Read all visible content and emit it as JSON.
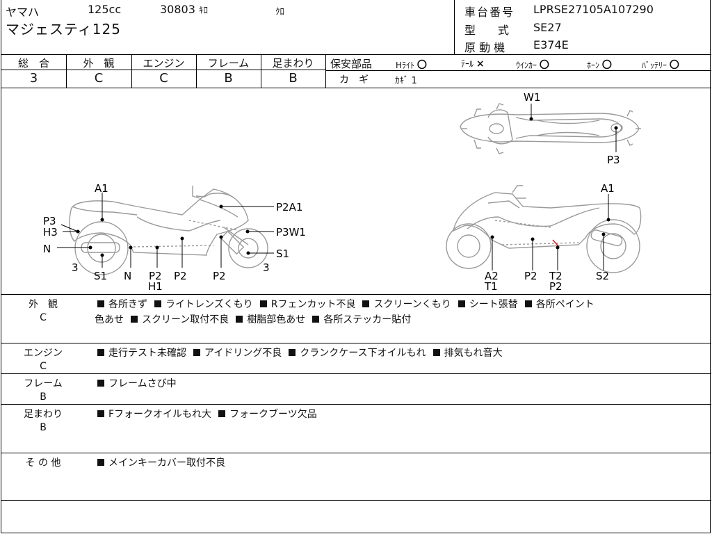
{
  "header": {
    "maker": "ヤマハ",
    "displacement": "125cc",
    "mileage": "30803",
    "mileage_unit": "ｷﾛ",
    "color": "ｸﾛ",
    "model_name": "マジェスティ125",
    "frame_no_label": "車台番号",
    "frame_no": "LPRSE27105A107290",
    "model_code_label": "型　　式",
    "model_code": "SE27",
    "engine_label": "原 動 機",
    "engine_code": "E374E"
  },
  "grades": [
    {
      "label": "総　合",
      "value": "3"
    },
    {
      "label": "外　観",
      "value": "C"
    },
    {
      "label": "エンジン",
      "value": "C"
    },
    {
      "label": "フレーム",
      "value": "B"
    },
    {
      "label": "足まわり",
      "value": "B"
    }
  ],
  "safety": {
    "label": "保安部品",
    "items": [
      {
        "name": "Hﾗｲﾄ",
        "mark": "〇"
      },
      {
        "name": "ﾃｰﾙ",
        "mark": "×"
      },
      {
        "name": "ｳｲﾝｶｰ",
        "mark": "〇"
      },
      {
        "name": "ﾎｰﾝ",
        "mark": "〇"
      },
      {
        "name": "ﾊﾞｯﾃﾘｰ",
        "mark": "〇"
      }
    ],
    "key_label": "カ　ギ",
    "key_value": "ｶｷﾞ 1"
  },
  "diagram": {
    "top_view_labels": [
      "W1",
      "P3"
    ],
    "left_view_labels": [
      "A1",
      "P2A1",
      "P3",
      "H3",
      "P3W1",
      "N",
      "S1",
      "3",
      "S1",
      "N",
      "P2",
      "H1",
      "P2",
      "P2",
      "3"
    ],
    "right_view_labels": [
      "A1",
      "A2",
      "T1",
      "P2",
      "T2",
      "P2",
      "S2"
    ]
  },
  "remarks": [
    {
      "label": "外　観",
      "grade": "C",
      "lines": [
        [
          "各所きず",
          "ライトレンズくもり",
          "Rフェンカット不良",
          "スクリーンくもり",
          "シート張替",
          "各所ペイント"
        ],
        [
          "色あせ",
          "スクリーン取付不良",
          "樹脂部色あせ",
          "各所ステッカー貼付"
        ]
      ]
    },
    {
      "label": "エンジン",
      "grade": "C",
      "lines": [
        [
          "走行テスト未確認",
          "アイドリング不良",
          "クランクケース下オイルもれ",
          "排気もれ音大"
        ]
      ]
    },
    {
      "label": "フレーム",
      "grade": "B",
      "lines": [
        [
          "フレームさび中"
        ]
      ]
    },
    {
      "label": "足まわり",
      "grade": "B",
      "lines": [
        [
          "Fフォークオイルもれ大",
          "フォークブーツ欠品"
        ]
      ]
    },
    {
      "label": "そ の 他",
      "grade": "",
      "lines": [
        [
          "メインキーカバー取付不良"
        ]
      ]
    }
  ]
}
